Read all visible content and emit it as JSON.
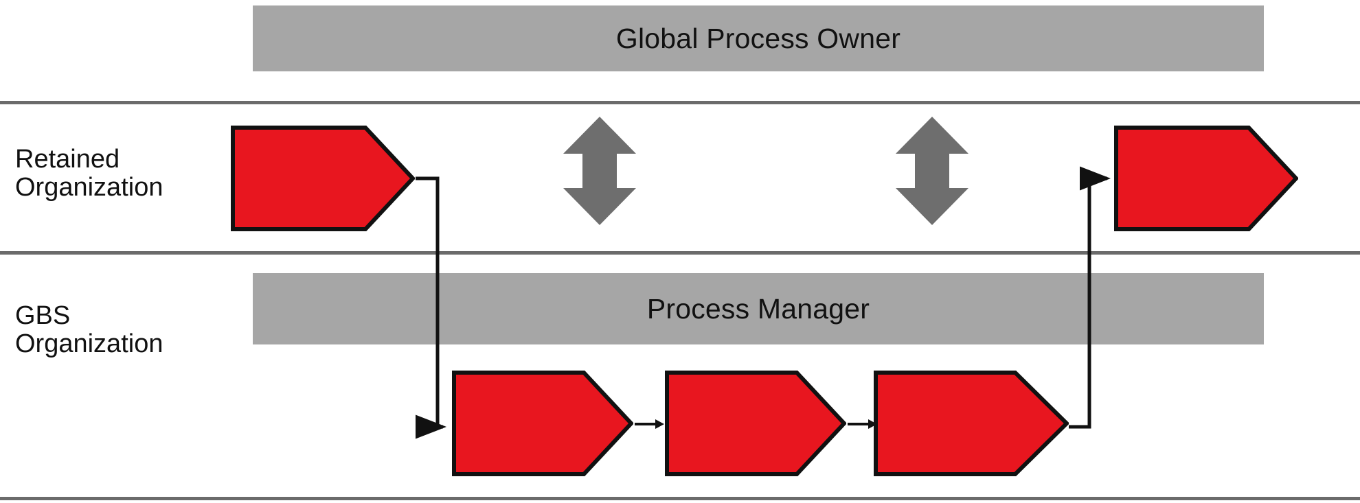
{
  "diagram": {
    "title": "Global Process Owner / Process Manager swimlane process diagram",
    "colors": {
      "chevron_fill": "#e8161f",
      "chevron_stroke": "#111111",
      "role_bar_fill": "#a6a6a6",
      "divider": "#6b6b6b",
      "double_arrow_fill": "#6e6e6e",
      "background": "#ffffff",
      "text": "#111111"
    },
    "role_bars": [
      {
        "id": "global-process-owner",
        "label": "Global Process Owner"
      },
      {
        "id": "process-manager",
        "label": "Process Manager"
      }
    ],
    "lanes": [
      {
        "id": "retained-organization",
        "label": "Retained\nOrganization"
      },
      {
        "id": "gbs-organization",
        "label": "GBS\nOrganization"
      }
    ],
    "retained_steps": [
      {
        "id": "retained-step-1",
        "label": ""
      },
      {
        "id": "retained-step-2",
        "label": ""
      }
    ],
    "gbs_steps": [
      {
        "id": "gbs-step-1",
        "label": ""
      },
      {
        "id": "gbs-step-2",
        "label": ""
      },
      {
        "id": "gbs-step-3",
        "label": ""
      }
    ],
    "double_arrows": [
      {
        "id": "interaction-arrow-left",
        "direction": "up-down"
      },
      {
        "id": "interaction-arrow-right",
        "direction": "up-down"
      }
    ],
    "connectors": [
      {
        "id": "handoff-retained-to-gbs",
        "from": "retained-step-1",
        "to": "gbs-step-1"
      },
      {
        "id": "handoff-gbs-to-retained",
        "from": "gbs-step-3",
        "to": "retained-step-2"
      }
    ],
    "flow_arrows": [
      {
        "id": "flow-gbs-1-to-2"
      },
      {
        "id": "flow-gbs-2-to-3"
      }
    ]
  }
}
